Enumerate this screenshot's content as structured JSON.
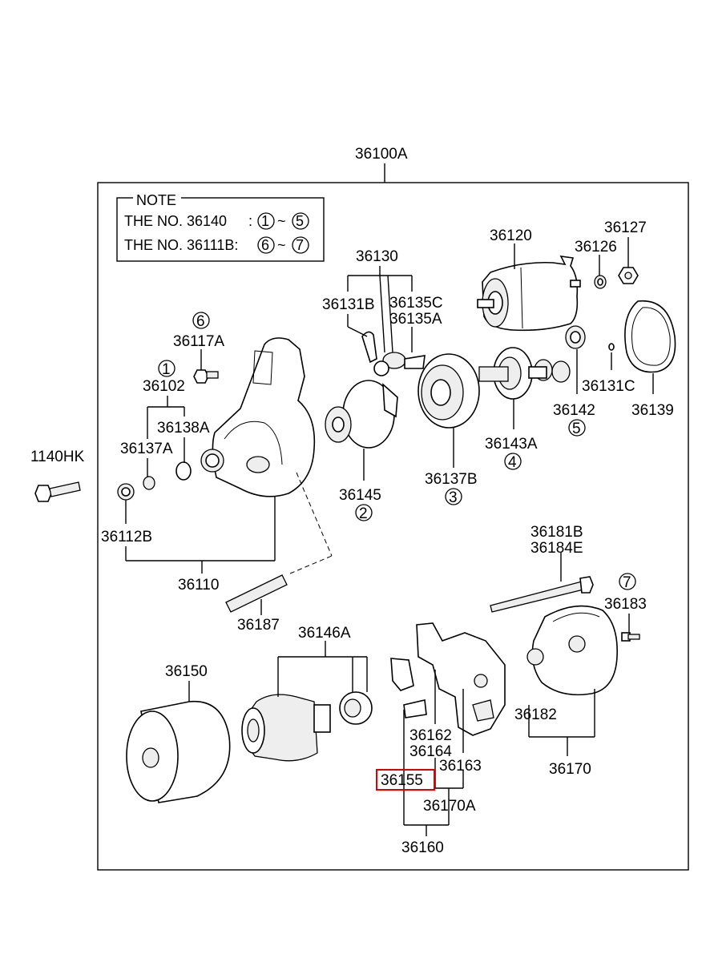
{
  "title": "36100A",
  "note": {
    "heading": "NOTE",
    "line1_prefix": "THE NO.",
    "line1_part": "36140",
    "line1_sep": ":",
    "line1_from": "1",
    "line1_tilde": "~",
    "line1_to": "5",
    "line2_prefix": "THE NO.",
    "line2_part": "36111B:",
    "line2_from": "6",
    "line2_tilde": "~",
    "line2_to": "7"
  },
  "labels": {
    "p36120": "36120",
    "p36126": "36126",
    "p36127": "36127",
    "p36130": "36130",
    "p36131B": "36131B",
    "p36135C": "36135C",
    "p36135A": "36135A",
    "p36117A": "36117A",
    "p36102": "36102",
    "p36138A": "36138A",
    "p36137A": "36137A",
    "p1140HK": "1140HK",
    "p36112B": "36112B",
    "p36110": "36110",
    "p36187": "36187",
    "p36145": "36145",
    "p36137B": "36137B",
    "p36143A": "36143A",
    "p36142": "36142",
    "p36131C": "36131C",
    "p36139": "36139",
    "p36181B": "36181B",
    "p36184E": "36184E",
    "p36183": "36183",
    "p36146A": "36146A",
    "p36150": "36150",
    "p36162": "36162",
    "p36164": "36164",
    "p36163": "36163",
    "p36155": "36155",
    "p36170A": "36170A",
    "p36160": "36160",
    "p36182": "36182",
    "p36170": "36170"
  },
  "refs": {
    "r1": "1",
    "r2": "2",
    "r3": "3",
    "r4": "4",
    "r5": "5",
    "r6": "6",
    "r7": "7"
  },
  "highlight": {
    "part": "36155",
    "color": "#e00000"
  }
}
